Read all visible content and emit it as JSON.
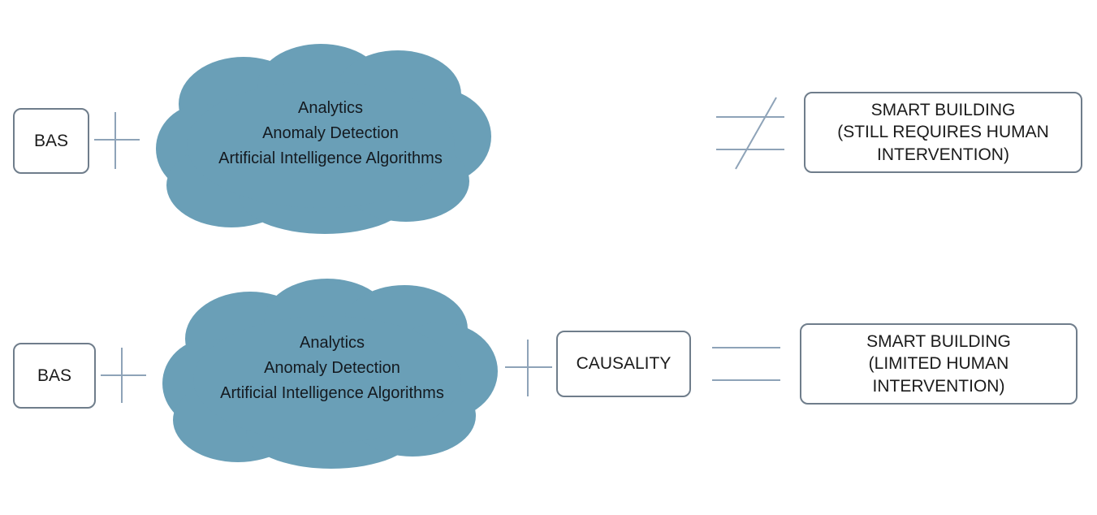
{
  "row1": {
    "bas": "BAS",
    "cloud": "Analytics\nAnomaly Detection\nArtificial Intelligence Algorithms",
    "result": "SMART BUILDING\n(STILL REQUIRES HUMAN\nINTERVENTION)"
  },
  "row2": {
    "bas": "BAS",
    "cloud": "Analytics\nAnomaly Detection\nArtificial Intelligence Algorithms",
    "causality": "CAUSALITY",
    "result": "SMART BUILDING\n(LIMITED HUMAN\nINTERVENTION)"
  },
  "colors": {
    "cloud_fill": "#6a9fb7",
    "box_border": "#6f7d8b",
    "operator_stroke": "#8ea3b8"
  },
  "icons": [
    "plus-icon",
    "not-equal-icon",
    "equal-icon"
  ]
}
